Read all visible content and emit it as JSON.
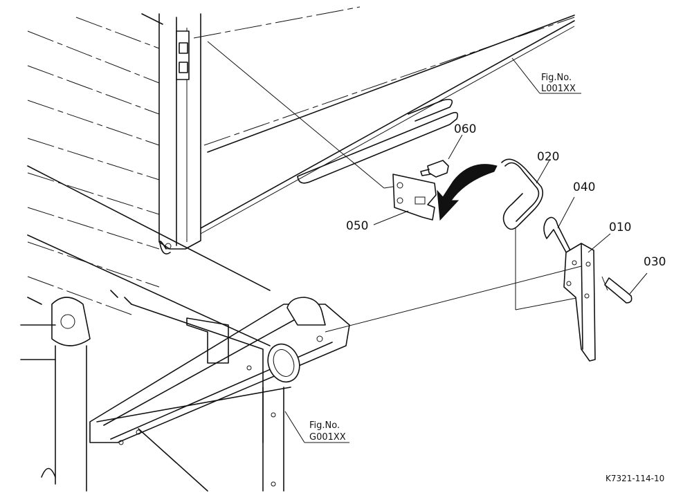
{
  "parts": {
    "p010": "010",
    "p020": "020",
    "p030": "030",
    "p040": "040",
    "p050": "050",
    "p060": "060"
  },
  "figure_refs": {
    "upper": {
      "label": "Fig.No.",
      "code": "L001XX"
    },
    "lower": {
      "label": "Fig.No.",
      "code": "G001XX"
    }
  },
  "drawing_code": "K7321-114-10",
  "colors": {
    "ink": "#111111",
    "paper": "#ffffff"
  }
}
